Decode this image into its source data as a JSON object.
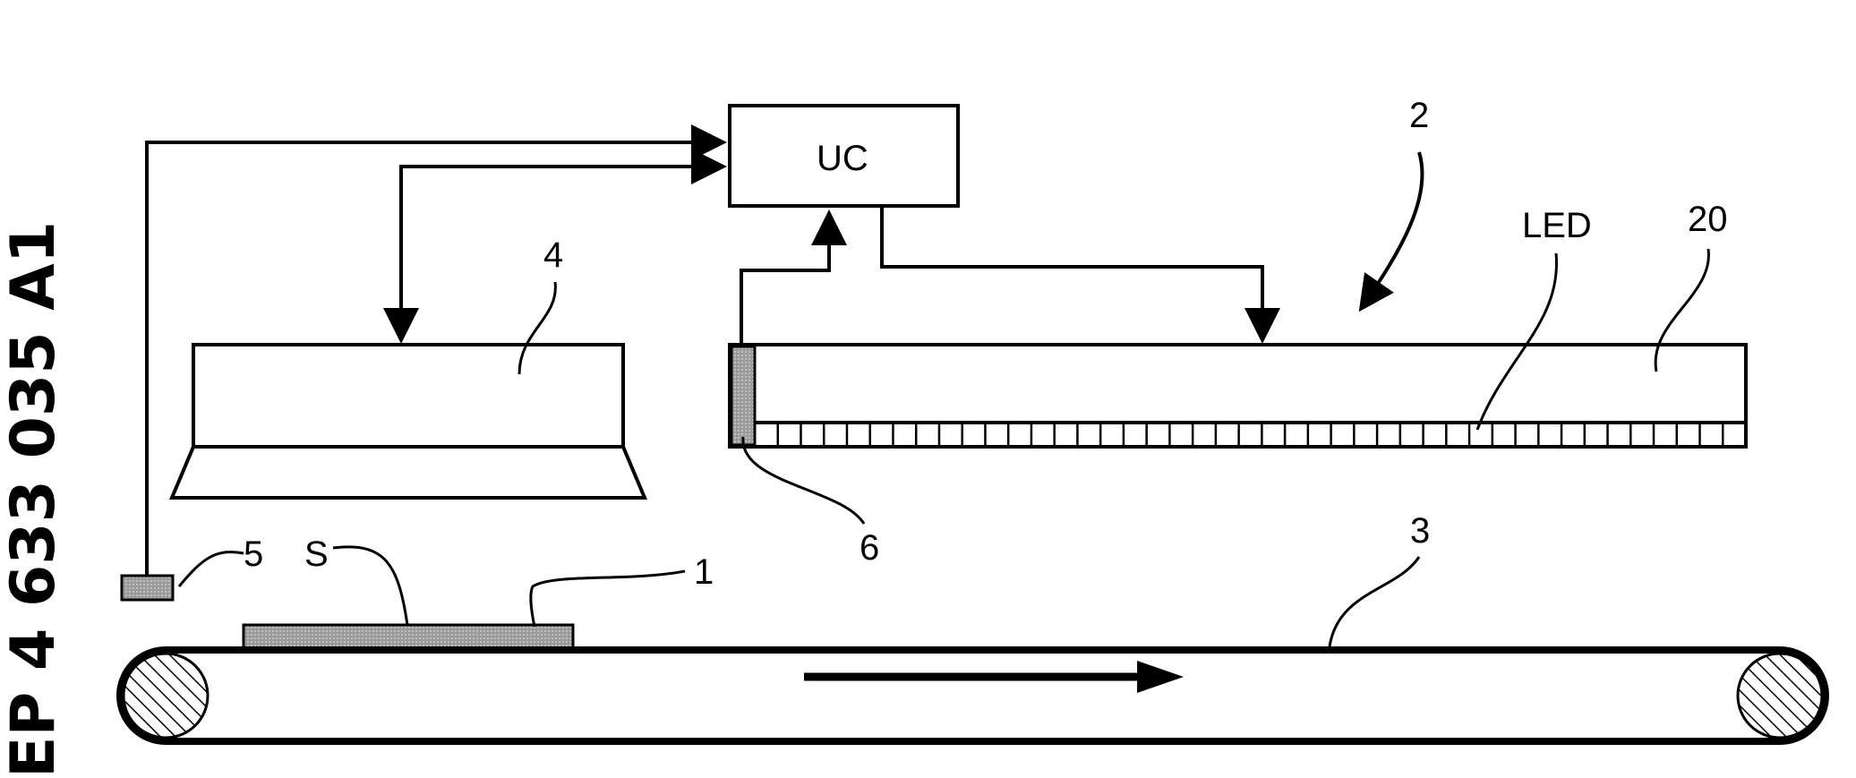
{
  "document": {
    "side_text": "EP 4 633 035 A1"
  },
  "labels": {
    "controller": "UC",
    "lighting_unit": "2",
    "led": "LED",
    "led_bar": "20",
    "camera": "4",
    "sensor": "5",
    "sample": "S",
    "item": "1",
    "position_sensor": "6",
    "conveyor": "3"
  },
  "colors": {
    "line": "#000000",
    "fill_grey": "#a6a6a6",
    "background": "#ffffff"
  }
}
